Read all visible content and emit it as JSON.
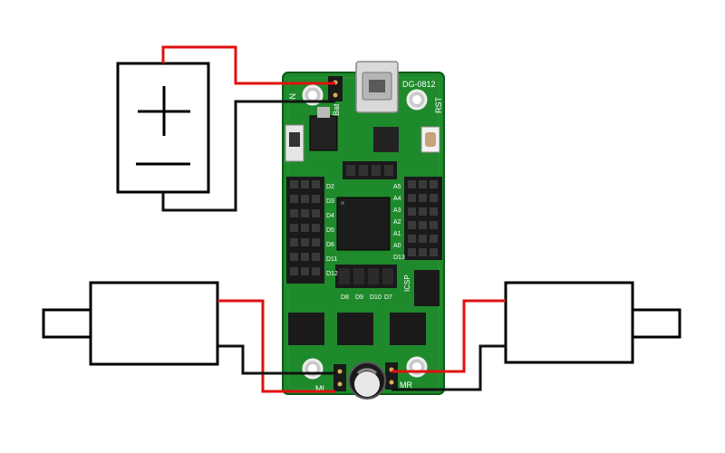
{
  "colors": {
    "background": "#ffffff",
    "pcb_green": "#1f8a2c",
    "pcb_dark": "#146a1f",
    "wire_red": "#e01010",
    "wire_black": "#111111",
    "header_black": "#1a1a1a",
    "pin_gold": "#d6b35a",
    "silkscreen": "#ffffff",
    "outline": "#000000"
  },
  "board": {
    "model": "DG-0812",
    "battery_header_label": "Bat",
    "input_label": "IN",
    "reset_label": "RST",
    "left_motor_label": "ML",
    "right_motor_label": "MR",
    "icsp_label": "ICSP",
    "pin_labels_left": [
      "D2",
      "D3",
      "D4",
      "D5",
      "D6",
      "D11",
      "D12"
    ],
    "pin_labels_right": [
      "A5",
      "A4",
      "A3",
      "A2",
      "A1",
      "A0",
      "D13"
    ],
    "pin_labels_bottom": [
      "D8",
      "D9",
      "D10",
      "D7"
    ]
  },
  "battery": {
    "plus_symbol": "+",
    "minus_symbol": "−"
  },
  "icons": {
    "battery": "battery-symbol-icon",
    "motor_left": "dc-motor-icon",
    "motor_right": "dc-motor-icon",
    "usb": "mini-usb-connector-icon",
    "reset": "push-button-icon",
    "capacitor": "electrolytic-capacitor-icon"
  }
}
